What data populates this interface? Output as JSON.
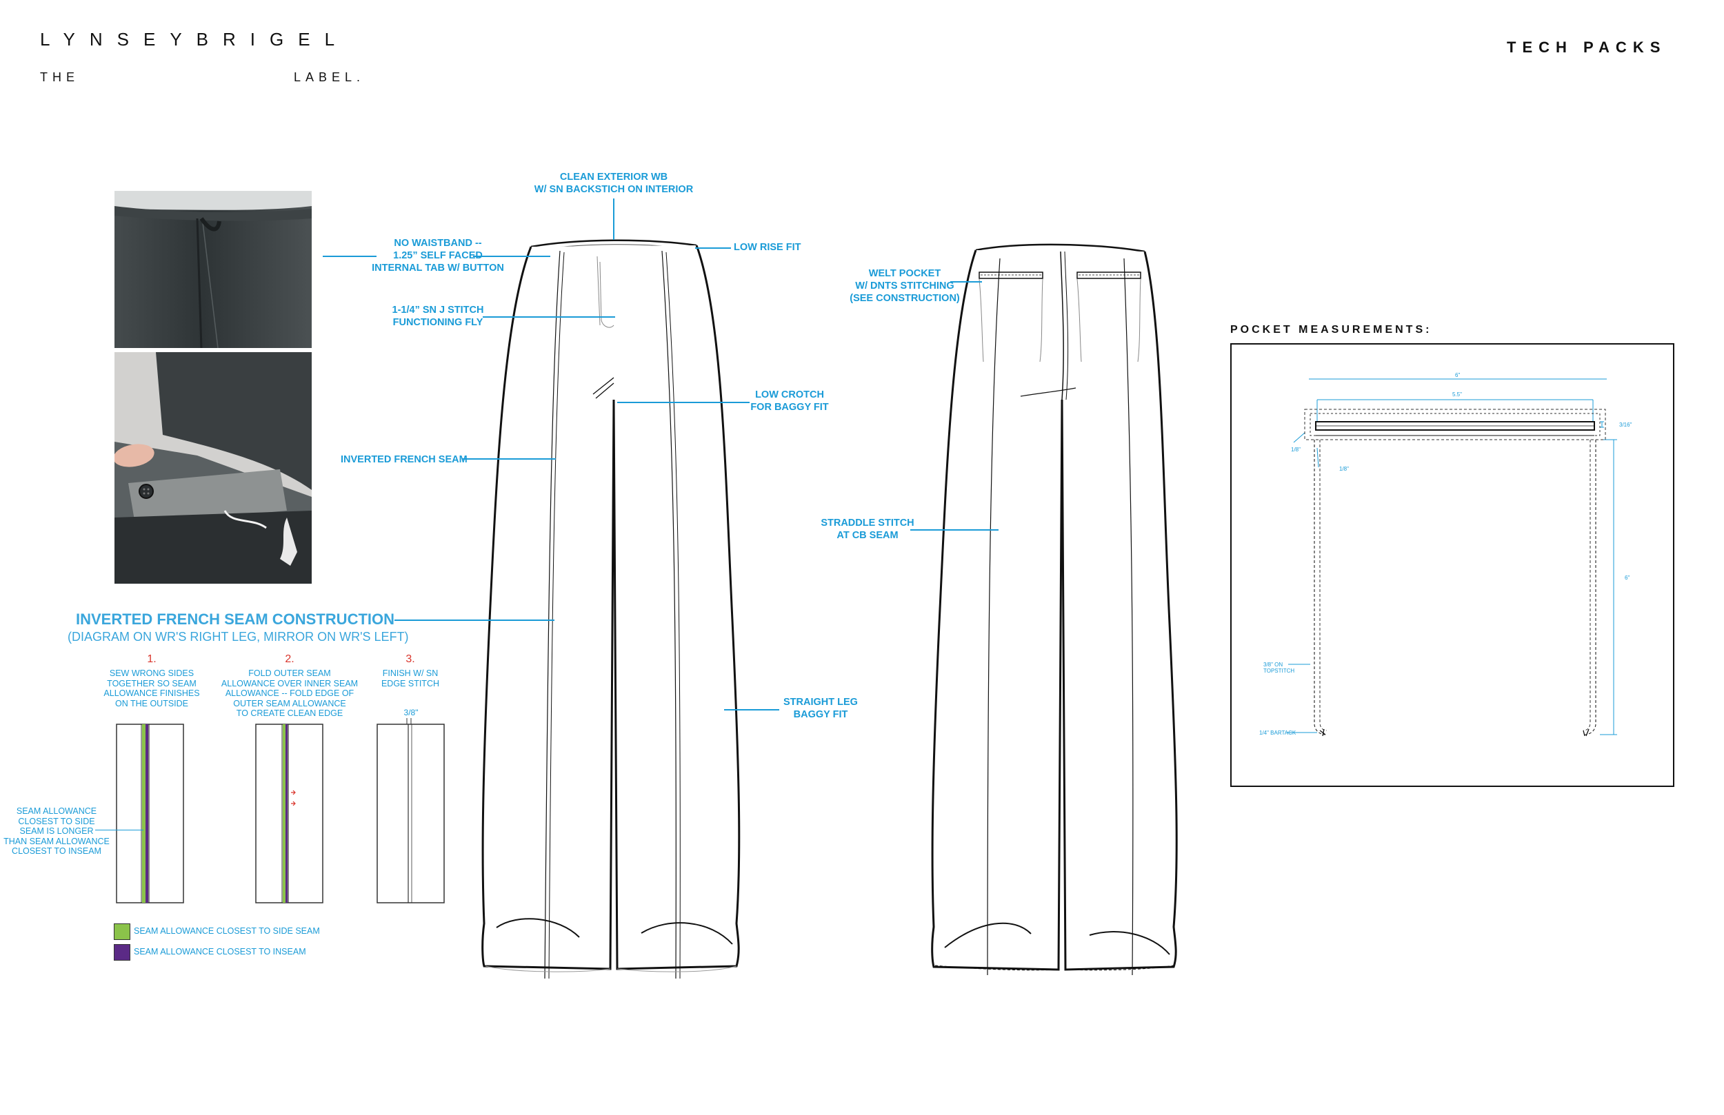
{
  "header": {
    "brand": "LYNSEYBRIGEL",
    "brand_the": "THE",
    "brand_label": "LABEL.",
    "section": "TECH PACKS"
  },
  "front_callouts": {
    "clean_exterior": [
      "CLEAN EXTERIOR WB",
      "W/ SN BACKSTICH ON INTERIOR"
    ],
    "no_waistband": [
      "NO WAISTBAND --",
      "1.25” SELF FACED",
      "INTERNAL TAB W/ BUTTON"
    ],
    "low_rise": "LOW RISE FIT",
    "j_stitch": [
      "1-1/4” SN J STITCH",
      "FUNCTIONING FLY"
    ],
    "low_crotch": [
      "LOW CROTCH",
      "FOR BAGGY FIT"
    ],
    "inverted_seam": "INVERTED FRENCH SEAM",
    "straight_leg": [
      "STRAIGHT LEG",
      "BAGGY FIT"
    ]
  },
  "back_callouts": {
    "welt_pocket": [
      "WELT POCKET",
      "W/ DNTS STITCHING",
      "(SEE CONSTRUCTION)"
    ],
    "straddle": [
      "STRADDLE STITCH",
      "AT CB SEAM"
    ]
  },
  "seam_construction": {
    "title": "INVERTED FRENCH SEAM CONSTRUCTION",
    "subtitle": "(DIAGRAM ON WR'S RIGHT LEG, MIRROR ON WR'S LEFT)",
    "steps": [
      {
        "num": "1.",
        "lines": [
          "SEW WRONG SIDES",
          "TOGETHER SO SEAM",
          "ALLOWANCE FINISHES",
          "ON THE OUTSIDE"
        ]
      },
      {
        "num": "2.",
        "lines": [
          "FOLD OUTER SEAM",
          "ALLOWANCE OVER INNER SEAM",
          "ALLOWANCE -- FOLD EDGE OF",
          "OUTER SEAM ALLOWANCE",
          "TO CREATE CLEAN EDGE"
        ]
      },
      {
        "num": "3.",
        "lines": [
          "FINISH W/ SN",
          "EDGE STITCH"
        ]
      }
    ],
    "step3_measure": "3/8\"",
    "side_note": [
      "SEAM ALLOWANCE",
      "CLOSEST TO SIDE",
      "SEAM IS LONGER",
      "THAN SEAM ALLOWANCE",
      "CLOSEST TO INSEAM"
    ],
    "legend": [
      {
        "label": "SEAM ALLOWANCE CLOSEST TO SIDE SEAM",
        "color": "#8bc34a"
      },
      {
        "label": "SEAM ALLOWANCE CLOSEST TO INSEAM",
        "color": "#5b2a86"
      }
    ]
  },
  "pocket": {
    "title": "POCKET MEASUREMENTS:",
    "dims": {
      "overall": "6\"",
      "opening": "5.5\"",
      "welt_h": "3/16\"",
      "side_a": "1/8\"",
      "side_b": "1/8\"",
      "depth": "6\"",
      "topstitch": [
        "3/8\" ON",
        "TOPSTITCH"
      ],
      "bartack": "1/4\" BARTACK"
    }
  },
  "colors": {
    "accent": "#1a9bd7",
    "step_red": "#d9342b",
    "green": "#8bc34a",
    "purple": "#5b2a86"
  }
}
